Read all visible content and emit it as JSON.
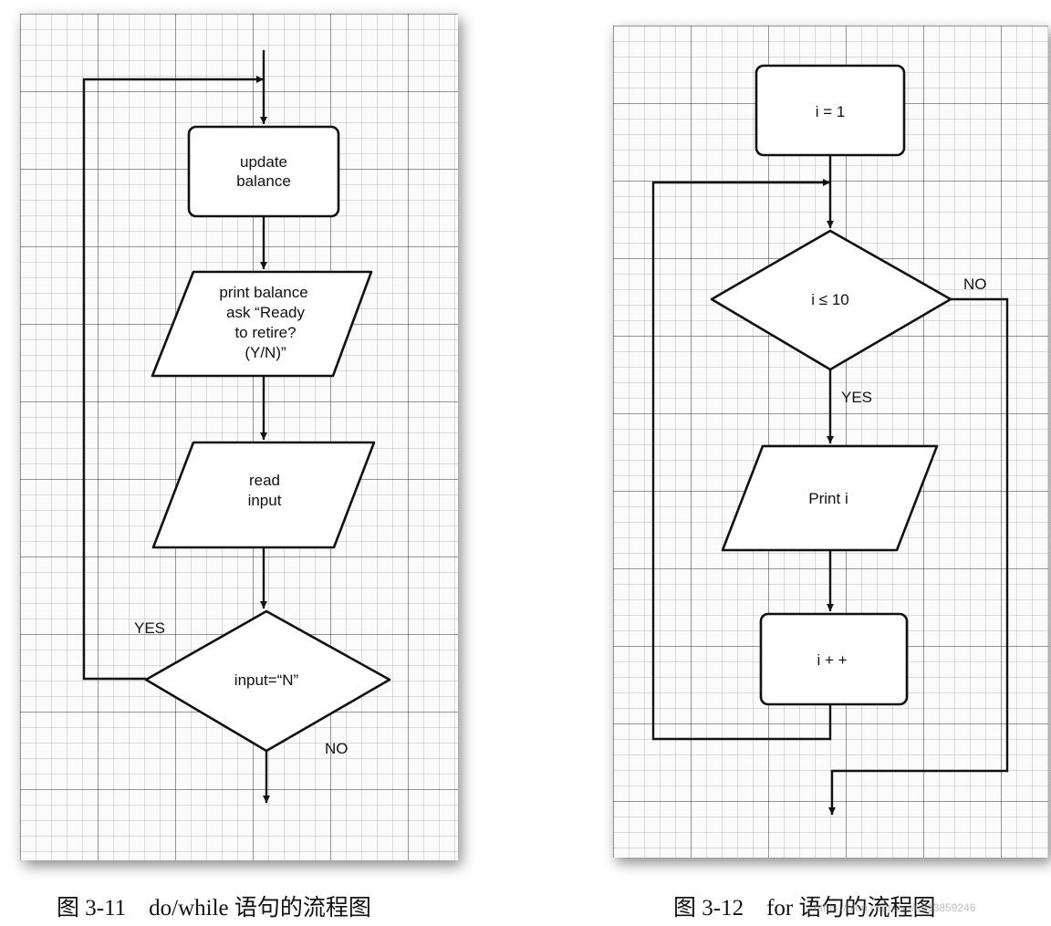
{
  "left_chart": {
    "node_update": [
      "update",
      "balance"
    ],
    "node_print": [
      "print balance",
      "ask “Ready",
      "to retire?",
      "(Y/N)”"
    ],
    "node_read": [
      "read",
      "input"
    ],
    "node_decision": "input=“N”",
    "label_yes": "YES",
    "label_no": "NO",
    "caption": "图 3-11    do/while 语句的流程图"
  },
  "right_chart": {
    "node_init": "i = 1",
    "node_decision": "i ≤ 10",
    "node_print": "Print i",
    "node_increment": "i + +",
    "label_yes": "YES",
    "label_no": "NO",
    "caption": "图 3-12    for 语句的流程图"
  },
  "watermark": "https://blog.csdn.net/u013859246",
  "colors": {
    "line": "#111111",
    "grid_major": "#9a9a9a",
    "grid_minor": "#d8d8d8"
  }
}
